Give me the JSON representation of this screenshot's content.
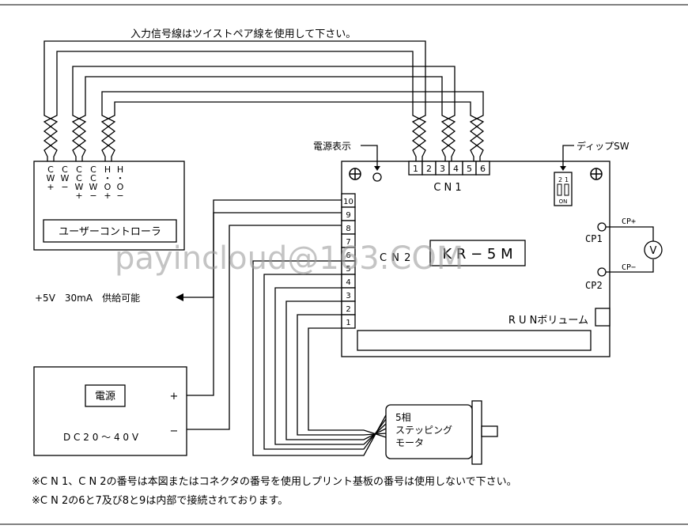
{
  "top_note": "入力信号線はツイストペア線を使用して下さい。",
  "controller": {
    "pins": [
      [
        "C",
        "W",
        "+"
      ],
      [
        "C",
        "W",
        "−"
      ],
      [
        "C",
        "C",
        "W",
        "+"
      ],
      [
        "C",
        "C",
        "W",
        "−"
      ],
      [
        "H",
        "・",
        "O",
        "+"
      ],
      [
        "H",
        "・",
        "O",
        "−"
      ]
    ],
    "label": "ユーザーコントローラ"
  },
  "power_indicator": "電源表示",
  "cn1": {
    "label": "C N 1",
    "pins": [
      "1",
      "2",
      "3",
      "4",
      "5",
      "6"
    ]
  },
  "dip": {
    "label": "ディップSW",
    "nums": [
      "2",
      "1"
    ],
    "on": "ON"
  },
  "cn2": {
    "label": "C N 2",
    "pins": [
      "10",
      "9",
      "8",
      "7",
      "6",
      "5",
      "4",
      "3",
      "2",
      "1"
    ]
  },
  "model": "K R − 5 M",
  "cp": {
    "cp1": "CP1",
    "cp2": "CP2",
    "plus": "CP+",
    "minus": "CP−",
    "meter": "V"
  },
  "run_volume": "R U Nボリューム",
  "supply": "+5V　30mA　供給可能",
  "power_supply": {
    "title": "電源",
    "plus": "+",
    "minus": "−",
    "range": "D C 2 0 〜 4 0 V"
  },
  "motor": {
    "lines": [
      "5相",
      "ステッピング",
      "モータ"
    ]
  },
  "notes": [
    "※C N 1、C N 2の番号は本図またはコネクタの番号を使用しプリント基板の番号は使用しないで下さい。",
    "※C N 2の6と7及び8と9は内部で接続されております。"
  ],
  "watermark": "payincloud@163.COM"
}
